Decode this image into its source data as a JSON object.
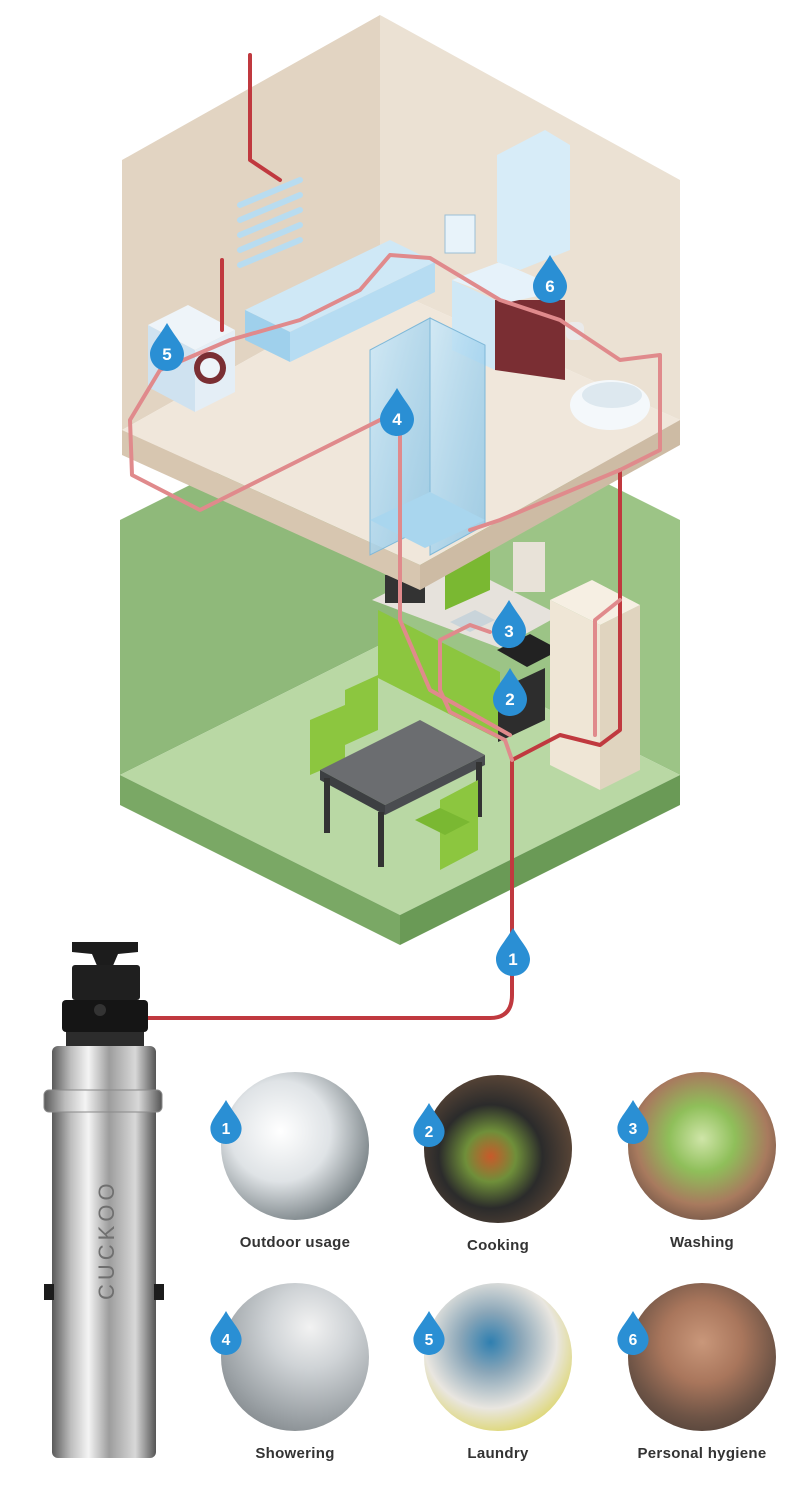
{
  "markers": [
    "1",
    "2",
    "3",
    "4",
    "5",
    "6"
  ],
  "filter": {
    "brand": "CUCKOO"
  },
  "usages": [
    {
      "number": "1",
      "label": "Outdoor usage"
    },
    {
      "number": "2",
      "label": "Cooking"
    },
    {
      "number": "3",
      "label": "Washing"
    },
    {
      "number": "4",
      "label": "Showering"
    },
    {
      "number": "5",
      "label": "Laundry"
    },
    {
      "number": "6",
      "label": "Personal hygiene"
    }
  ],
  "colors": {
    "pipe": "#c0393f",
    "pipe_light": "#e08a8c",
    "marker": "#2a8fd4",
    "ground_floor_top": "#b9d8a4",
    "ground_floor_wall": "#8fb97a",
    "upper_floor_top": "#f0e7db",
    "upper_floor_wall": "#e2d4c2",
    "kitchen": "#8cc63f",
    "label_text": "#333333"
  }
}
